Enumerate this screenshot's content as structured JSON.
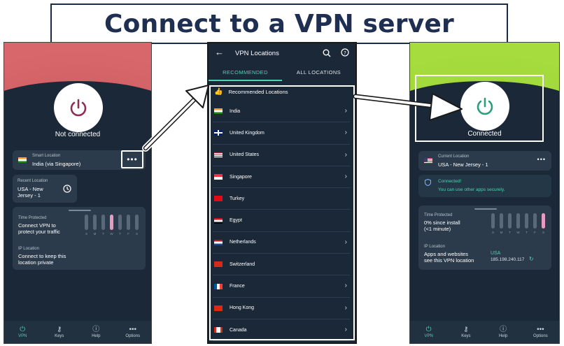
{
  "banner": {
    "title": "Connect to a VPN server"
  },
  "left_phone": {
    "status": "Not connected",
    "smart_location": {
      "label": "Smart Location",
      "value": "India (via Singapore)"
    },
    "recent_location": {
      "label": "Recent Location",
      "value_line1": "USA - New",
      "value_line2": "Jersey - 1"
    },
    "time_protected": {
      "label": "Time Protected",
      "line1": "Connect VPN to",
      "line2": "protect your traffic"
    },
    "ip_location": {
      "label": "IP Location",
      "line1": "Connect to keep this",
      "line2": "location private"
    },
    "days": [
      "S",
      "M",
      "T",
      "W",
      "T",
      "F",
      "S"
    ],
    "nav": [
      "VPN",
      "Keys",
      "Help",
      "Options"
    ]
  },
  "middle_phone": {
    "title": "VPN Locations",
    "tabs": [
      "RECOMMENDED",
      "ALL LOCATIONS"
    ],
    "list_header": "Recommended Locations",
    "locations": [
      {
        "name": "India",
        "flag": "in",
        "chevron": true
      },
      {
        "name": "United Kingdom",
        "flag": "uk",
        "chevron": true
      },
      {
        "name": "United States",
        "flag": "us",
        "chevron": true
      },
      {
        "name": "Singapore",
        "flag": "sg",
        "chevron": true
      },
      {
        "name": "Turkey",
        "flag": "tr",
        "chevron": false
      },
      {
        "name": "Egypt",
        "flag": "eg",
        "chevron": false
      },
      {
        "name": "Netherlands",
        "flag": "nl",
        "chevron": true
      },
      {
        "name": "Switzerland",
        "flag": "ch",
        "chevron": false
      },
      {
        "name": "France",
        "flag": "fr",
        "chevron": true
      },
      {
        "name": "Hong Kong",
        "flag": "hk",
        "chevron": true
      },
      {
        "name": "Canada",
        "flag": "ca",
        "chevron": true
      }
    ]
  },
  "right_phone": {
    "status": "Connected",
    "current_location": {
      "label": "Current Location",
      "value": "USA - New Jersey - 1"
    },
    "connected_msg": {
      "title": "Connected!",
      "subtitle": "You can use other apps securely."
    },
    "time_protected": {
      "label": "Time Protected",
      "line1": "0% since install",
      "line2": "(<1 minute)"
    },
    "ip_location": {
      "label": "IP Location",
      "line1": "Apps and websites",
      "line2": "see this VPN location",
      "country": "USA",
      "ip": "185.198.240.117"
    },
    "days": [
      "S",
      "M",
      "T",
      "W",
      "T",
      "F",
      "S"
    ],
    "nav": [
      "VPN",
      "Keys",
      "Help",
      "Options"
    ]
  },
  "colors": {
    "accent": "#4fd1b2",
    "dark_bg": "#1b2838",
    "card_bg": "#2c3b4b",
    "power_off": "#8c2e58",
    "power_on": "#2a9d7c"
  }
}
